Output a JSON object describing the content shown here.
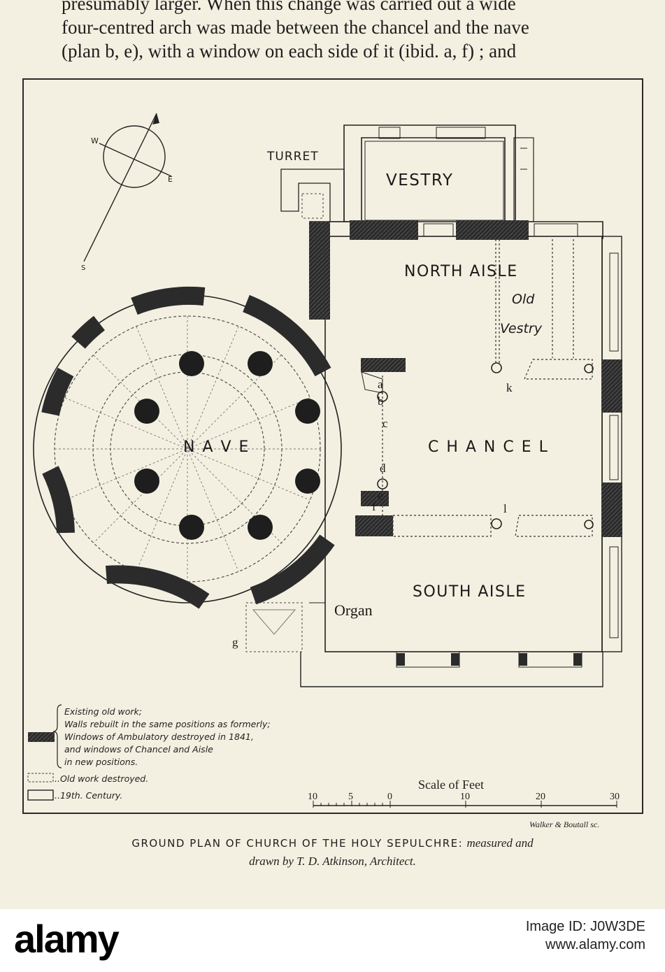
{
  "page_text": {
    "line1": "presumably larger.  When this change was carried out a wide",
    "line2": "four-centred arch was made between the chancel and the nave",
    "line3": "(plan b, e), with a window on each side of it (ibid. a, f) ; and"
  },
  "plan": {
    "labels": {
      "turret": "TURRET",
      "vestry": "VESTRY",
      "north_aisle": "NORTH AISLE",
      "old_vestry_1": "Old",
      "old_vestry_2": "Vestry",
      "nave": "N A V E",
      "chancel": "C H A N C E L",
      "south_aisle": "SOUTH AISLE",
      "organ": "Organ"
    },
    "letters": {
      "a": "a",
      "b": "b",
      "c": "c",
      "d": "d",
      "e": "e",
      "f": "f",
      "g": "g",
      "k": "k",
      "l": "l"
    },
    "compass": {
      "w": "W",
      "e": "E",
      "s": "S"
    }
  },
  "legend": {
    "line1": "Existing old work;",
    "line2": "Walls rebuilt in the same positions as formerly;",
    "line3": "Windows of Ambulatory destroyed in 1841,",
    "line4": "and windows of Chancel and Aisle",
    "line5": "in new positions.",
    "destroyed": "..Old work destroyed.",
    "nineteenth": "..19th. Century."
  },
  "scale": {
    "title": "Scale of Feet",
    "ticks": [
      "10",
      "5",
      "0",
      "10",
      "20",
      "30"
    ]
  },
  "credit": "Walker & Boutall sc.",
  "caption": {
    "main": "GROUND PLAN OF CHURCH OF THE HOLY SEPULCHRE:",
    "italic1": "measured and",
    "italic2": "drawn by T. D. Atkinson, Architect."
  },
  "watermark": {
    "brand": "alamy",
    "image_id": "Image ID: J0W3DE",
    "site": "www.alamy.com"
  },
  "colors": {
    "paper": "#f4f0e1",
    "ink": "#1e1e1e",
    "dark_wall": "#2b2b2b"
  }
}
